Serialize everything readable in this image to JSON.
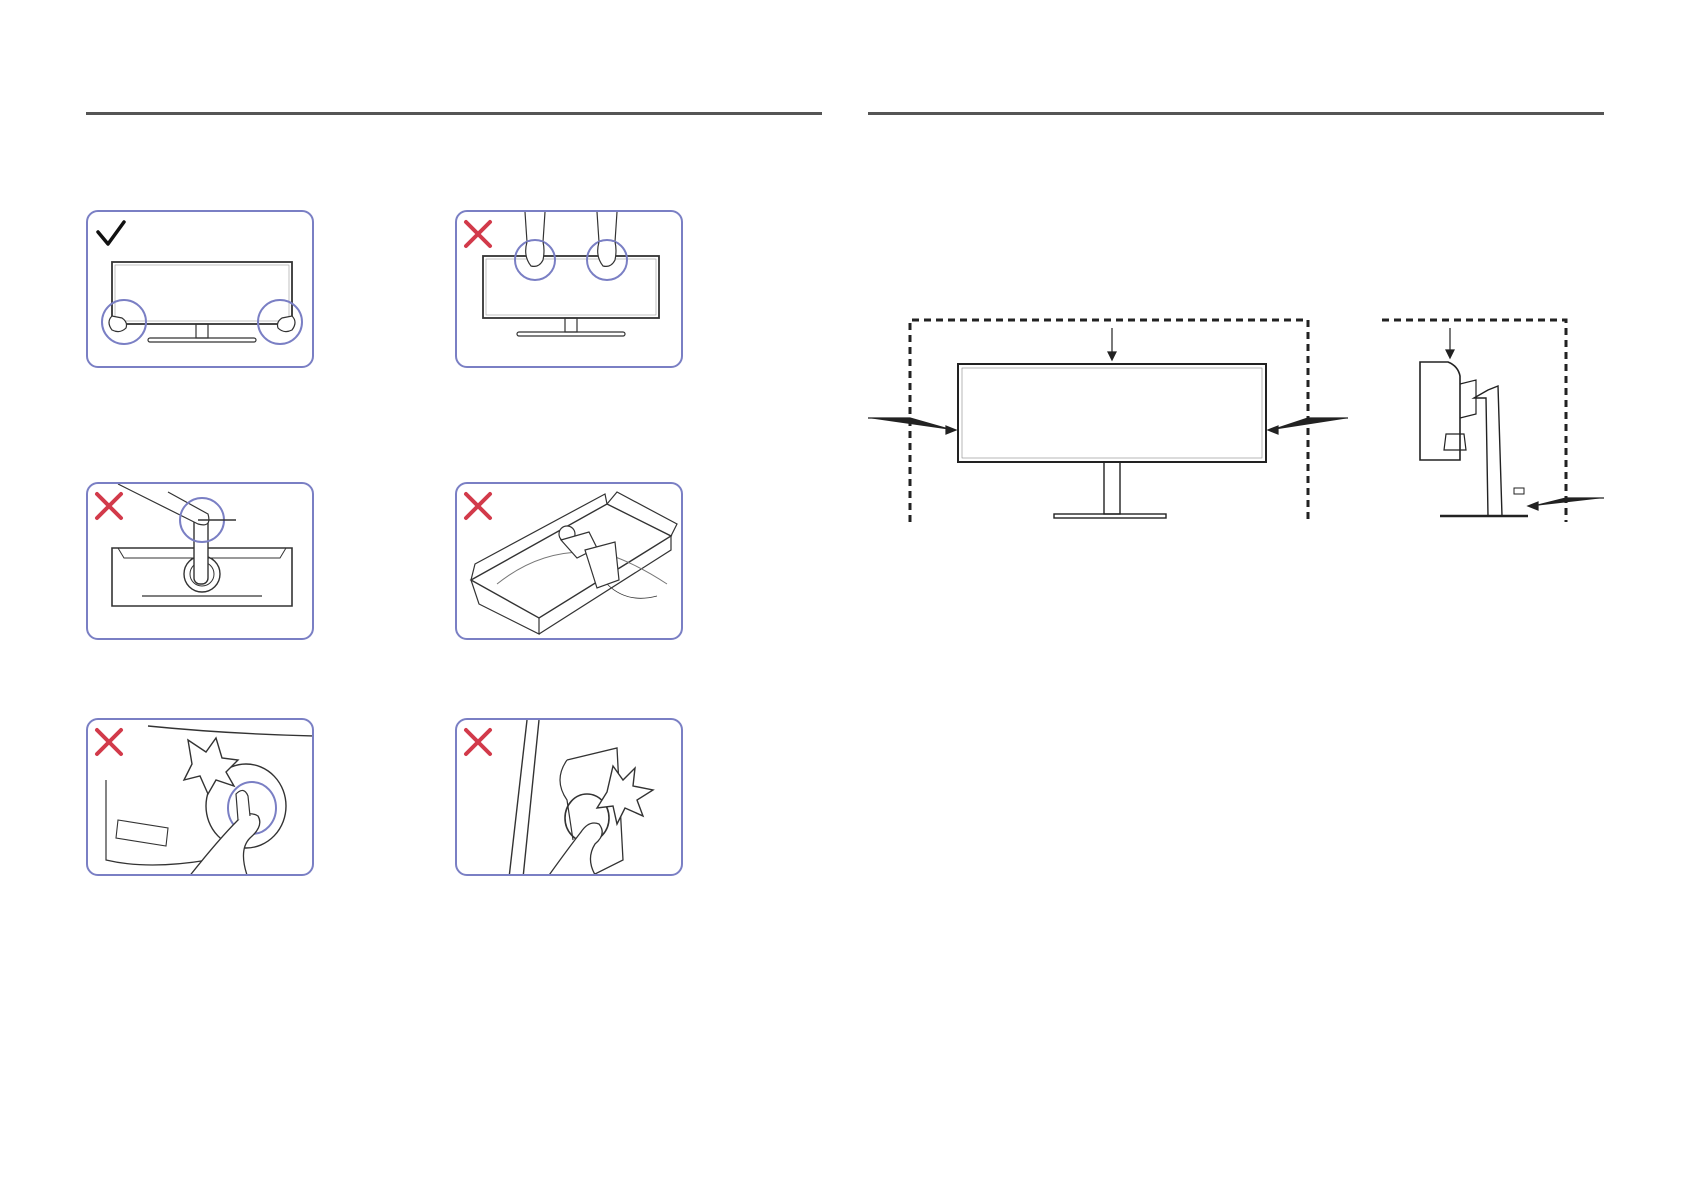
{
  "page": {
    "divider_color": "#555555"
  },
  "illustrations": {
    "card_border_color": "#7a7fc4",
    "ok_mark_color": "#111111",
    "prohibited_mark_color": "#d23a4a",
    "cards": [
      {
        "id": "hold-sides",
        "status": "correct",
        "icon": "checkmark-icon"
      },
      {
        "id": "hold-top-edge",
        "status": "incorrect",
        "icon": "x-mark-icon"
      },
      {
        "id": "hold-by-stand",
        "status": "incorrect",
        "icon": "x-mark-icon"
      },
      {
        "id": "stand-in-box",
        "status": "incorrect",
        "icon": "x-mark-icon"
      },
      {
        "id": "pinch-stand-joint",
        "status": "incorrect",
        "icon": "x-mark-icon"
      },
      {
        "id": "pinch-hinge",
        "status": "incorrect",
        "icon": "x-mark-icon"
      }
    ]
  },
  "ventilation_diagram": {
    "views": [
      "front-view",
      "side-view"
    ],
    "line_color": "#222222"
  }
}
